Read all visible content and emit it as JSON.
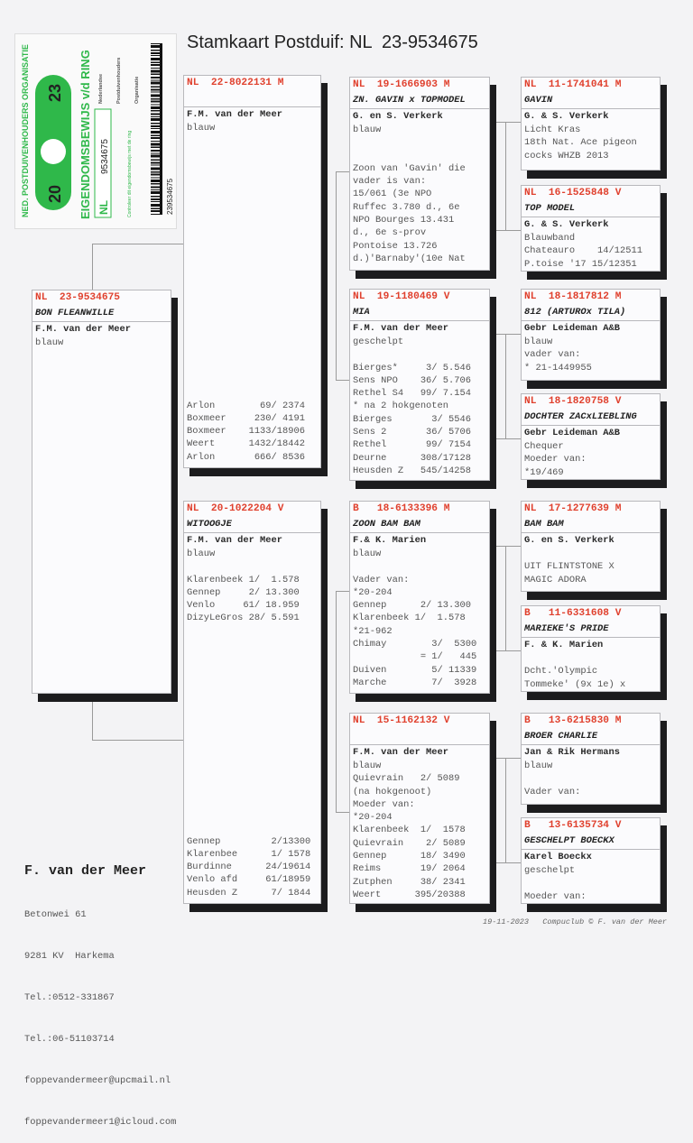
{
  "title": "Stamkaart Postduif: NL  23-9534675",
  "colors": {
    "ring_id": "#e0412e",
    "shadow": "#1c1c1e",
    "ring_green": "#2fb84a"
  },
  "ring_card": {
    "org": "NED. POSTDUIVENHOUDERS ORGANISATIE",
    "year_a": "20",
    "year_b": "23",
    "doc": "EIGENDOMSBEWIJS v/d RING",
    "country": "NL",
    "number": "9534675",
    "barcode": "239534675",
    "npo": [
      "Nederlandse",
      "Postduivenhouders",
      "Organisatie"
    ],
    "note": "Controleer dit eigendomsbewijs met de ring"
  },
  "cards": [
    {
      "id": "NL  23-9534675",
      "name": "BON FLEANWILLE",
      "owner": "F.M. van der Meer",
      "lines": [
        "blauw"
      ],
      "bottom": []
    },
    {
      "id": "NL  22-8022131 M",
      "name": "",
      "owner": "F.M. van der Meer",
      "lines": [
        "blauw"
      ],
      "bottom": [
        "Arlon        69/ 2374",
        "Boxmeer     230/ 4191",
        "Boxmeer    1133/18906",
        "Weert      1432/18442",
        "Arlon       666/ 8536"
      ]
    },
    {
      "id": "NL  20-1022204 V",
      "name": "WITOOGJE",
      "owner": "F.M. van der Meer",
      "lines": [
        "blauw",
        "",
        "Klarenbeek 1/  1.578",
        "Gennep     2/ 13.300",
        "Venlo     61/ 18.959",
        "DizyLeGros 28/ 5.591"
      ],
      "bottom": [
        "Gennep         2/13300",
        "Klarenbee      1/ 1578",
        "Burdinne      24/19614",
        "Venlo afd     61/18959",
        "Heusden Z      7/ 1844"
      ]
    },
    {
      "id": "NL  19-1666903 M",
      "name": "ZN. GAVIN x TOPMODEL",
      "owner": "G. en S. Verkerk",
      "lines": [
        "blauw",
        "",
        "",
        "Zoon van 'Gavin' die",
        "vader is van:",
        "15/061 (3e NPO",
        "Ruffec 3.780 d., 6e",
        "NPO Bourges 13.431",
        "d., 6e s-prov",
        "Pontoise 13.726",
        "d.)'Barnaby'(10e Nat"
      ],
      "bottom": []
    },
    {
      "id": "NL  19-1180469 V",
      "name": "MIA",
      "owner": "F.M. van der Meer",
      "lines": [
        "geschelpt",
        "",
        "Bierges*     3/ 5.546",
        "Sens NPO    36/ 5.706",
        "Rethel S4   99/ 7.154",
        "* na 2 hokgenoten",
        "Bierges       3/ 5546",
        "Sens 2       36/ 5706",
        "Rethel       99/ 7154",
        "Deurne      308/17128",
        "Heusden Z   545/14258"
      ],
      "bottom": []
    },
    {
      "id": "B   18-6133396 M",
      "name": "ZOON BAM BAM",
      "owner": "F.& K. Marien",
      "lines": [
        "blauw",
        "",
        "Vader van:",
        "*20-204",
        "Gennep      2/ 13.300",
        "Klarenbeek 1/  1.578",
        "*21-962",
        "Chimay        3/  5300",
        "            = 1/   445",
        "Duiven        5/ 11339",
        "Marche        7/  3928"
      ],
      "bottom": []
    },
    {
      "id": "NL  15-1162132 V",
      "name": "",
      "owner": "F.M. van der Meer",
      "lines": [
        "blauw",
        "Quievrain   2/ 5089",
        "(na hokgenoot)",
        "Moeder van:",
        "*20-204",
        "Klarenbeek  1/  1578",
        "Quievrain    2/ 5089",
        "Gennep      18/ 3490",
        "Reims       19/ 2064",
        "Zutphen     38/ 2341",
        "Weert      395/20388"
      ],
      "bottom": []
    },
    {
      "id": "NL  11-1741041 M",
      "name": "GAVIN",
      "owner": "G. & S. Verkerk",
      "lines": [
        "Licht Kras",
        "18th Nat. Ace pigeon",
        "cocks WHZB 2013"
      ],
      "bottom": []
    },
    {
      "id": "NL  16-1525848 V",
      "name": "TOP MODEL",
      "owner": "G. & S. Verkerk",
      "lines": [
        "Blauwband",
        "Chateauro    14/12511",
        "P.toise '17 15/12351"
      ],
      "bottom": []
    },
    {
      "id": "NL  18-1817812 M",
      "name": "812 (ARTUROx TILA)",
      "owner": "Gebr Leideman A&B",
      "lines": [
        "blauw",
        "vader van:",
        "* 21-1449955"
      ],
      "bottom": []
    },
    {
      "id": "NL  18-1820758 V",
      "name": "DOCHTER ZACxLIEBLING",
      "owner": "Gebr Leideman A&B",
      "lines": [
        "Chequer",
        "Moeder van:",
        "*19/469"
      ],
      "bottom": []
    },
    {
      "id": "NL  17-1277639 M",
      "name": "BAM BAM",
      "owner": "G. en S. Verkerk",
      "lines": [
        "",
        "UIT FLINTSTONE X",
        "MAGIC ADORA"
      ],
      "bottom": []
    },
    {
      "id": "B   11-6331608 V",
      "name": "MARIEKE'S PRIDE",
      "owner": "F. & K. Marien",
      "lines": [
        "",
        "Dcht.'Olympic",
        "Tommeke' (9x 1e) x"
      ],
      "bottom": []
    },
    {
      "id": "B   13-6215830 M",
      "name": "BROER CHARLIE",
      "owner": "Jan & Rik Hermans",
      "lines": [
        "blauw",
        "",
        "Vader van:"
      ],
      "bottom": []
    },
    {
      "id": "B   13-6135734 V",
      "name": "GESCHELPT BOECKX",
      "owner": "Karel Boeckx",
      "lines": [
        "geschelpt",
        "",
        "Moeder van:"
      ],
      "bottom": []
    }
  ],
  "address": {
    "name": "F. van der Meer",
    "lines": [
      "Betonwei 61",
      "9281 KV  Harkema",
      "Tel.:0512-331867",
      "Tel.:06-51103714",
      "foppevandermeer@upcmail.nl",
      "foppevandermeer1@icloud.com"
    ]
  },
  "footer": "19-11-2023   Compuclub © F. van der Meer"
}
